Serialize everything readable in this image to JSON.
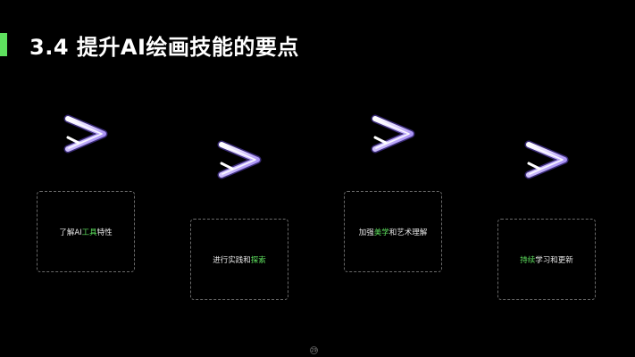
{
  "slide": {
    "title": "3.4 提升AI绘画技能的要点",
    "accent_color": "#5ee05e",
    "page_number": "29"
  },
  "steps": [
    {
      "prefix": "了解AI",
      "highlight": "工具",
      "suffix": "特性",
      "icon": "chevron-right-icon"
    },
    {
      "prefix": "进行实践和",
      "highlight": "探索",
      "suffix": "",
      "icon": "chevron-right-icon"
    },
    {
      "prefix": "加强",
      "highlight": "美学",
      "suffix": "和艺术理解",
      "icon": "chevron-right-icon"
    },
    {
      "prefix": "",
      "highlight": "持续",
      "suffix": "学习和更新",
      "icon": "chevron-right-icon"
    }
  ]
}
